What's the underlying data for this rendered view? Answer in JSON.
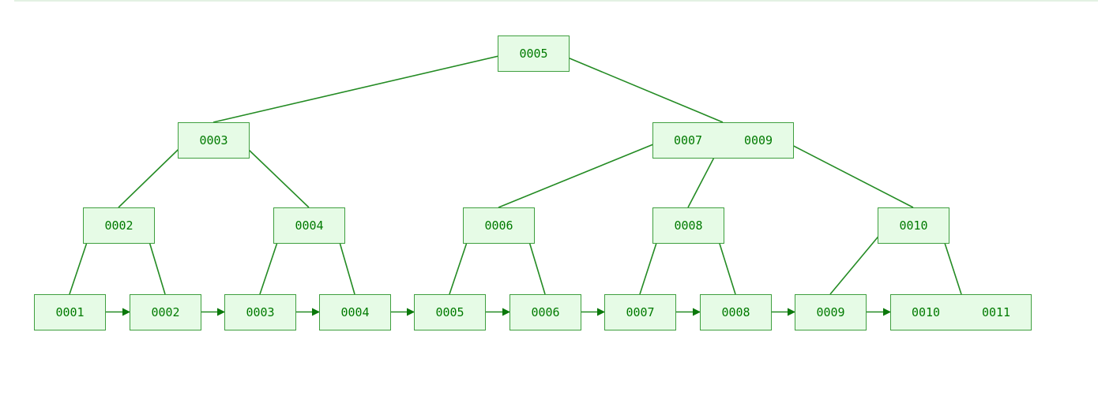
{
  "tree": {
    "colors": {
      "node_fill": "#e6fbe6",
      "node_border": "#3f9f3f",
      "text": "#007a00",
      "edge": "#238b23"
    },
    "root": {
      "id": "r",
      "keys": [
        "0005"
      ]
    },
    "level1": [
      {
        "id": "a",
        "keys": [
          "0003"
        ]
      },
      {
        "id": "b",
        "keys": [
          "0007",
          "0009"
        ]
      }
    ],
    "level2": [
      {
        "id": "c",
        "keys": [
          "0002"
        ]
      },
      {
        "id": "d",
        "keys": [
          "0004"
        ]
      },
      {
        "id": "e",
        "keys": [
          "0006"
        ]
      },
      {
        "id": "f",
        "keys": [
          "0008"
        ]
      },
      {
        "id": "g",
        "keys": [
          "0010"
        ]
      }
    ],
    "leaves": [
      {
        "id": "l1",
        "keys": [
          "0001"
        ]
      },
      {
        "id": "l2",
        "keys": [
          "0002"
        ]
      },
      {
        "id": "l3",
        "keys": [
          "0003"
        ]
      },
      {
        "id": "l4",
        "keys": [
          "0004"
        ]
      },
      {
        "id": "l5",
        "keys": [
          "0005"
        ]
      },
      {
        "id": "l6",
        "keys": [
          "0006"
        ]
      },
      {
        "id": "l7",
        "keys": [
          "0007"
        ]
      },
      {
        "id": "l8",
        "keys": [
          "0008"
        ]
      },
      {
        "id": "l9",
        "keys": [
          "0009"
        ]
      },
      {
        "id": "l10",
        "keys": [
          "0010",
          "0011"
        ]
      }
    ]
  }
}
